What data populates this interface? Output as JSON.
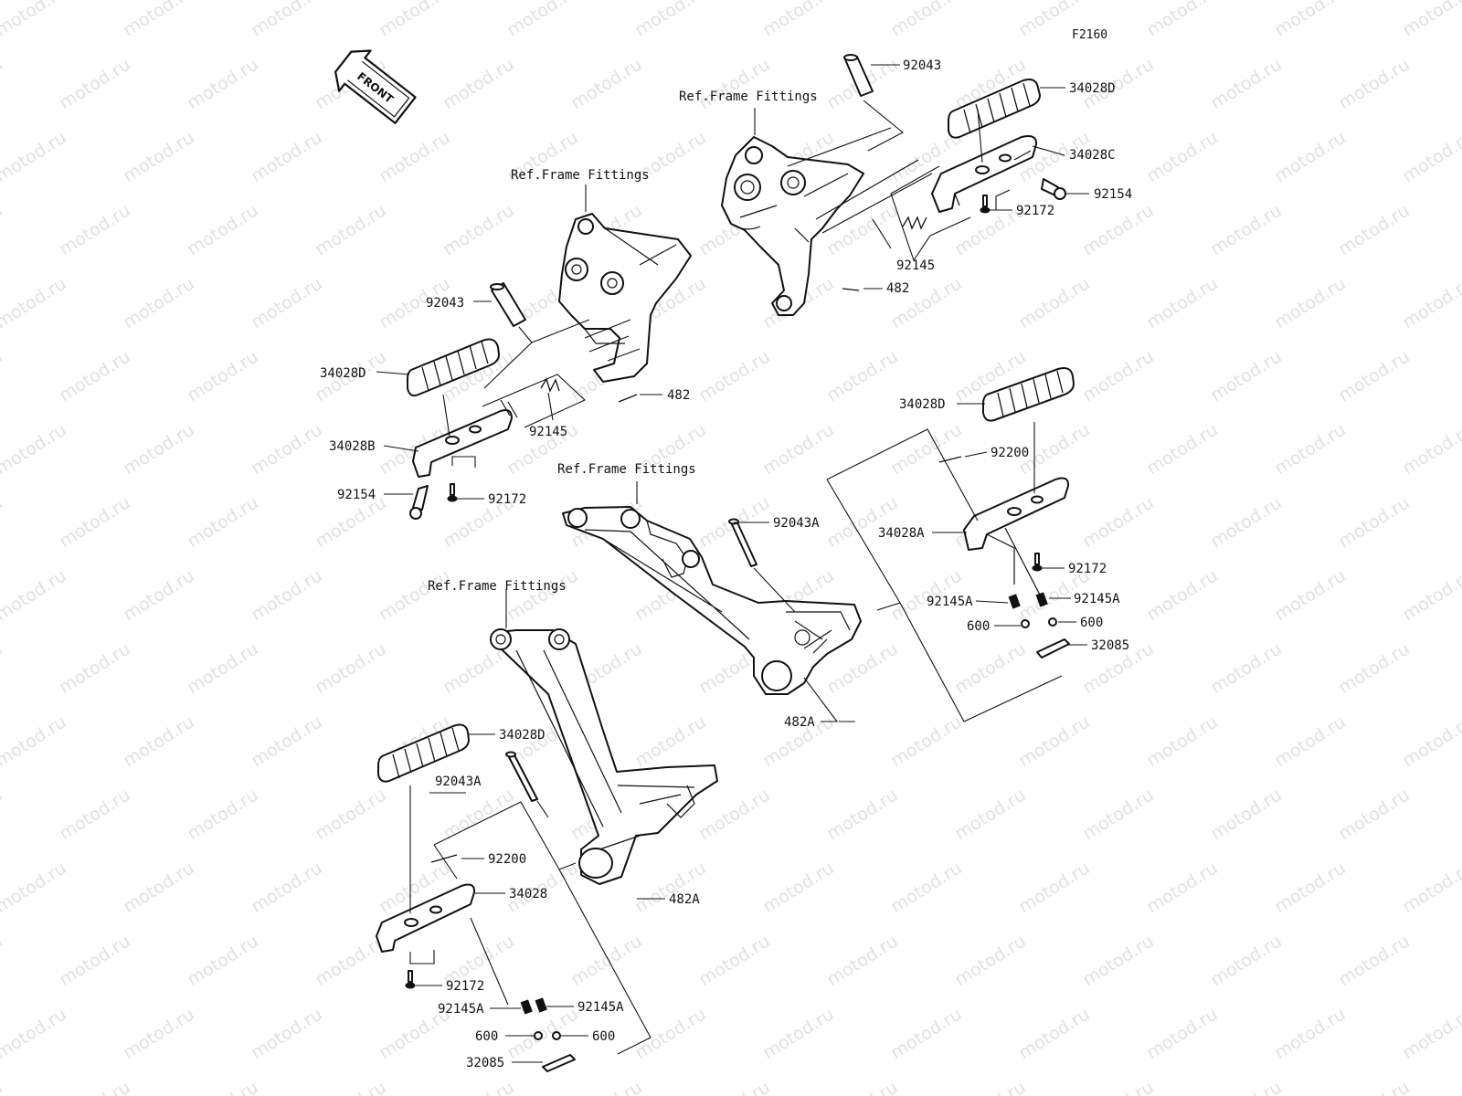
{
  "diagram_code": "F2160",
  "front_indicator": {
    "text": "FRONT"
  },
  "watermark": {
    "text": "motod.ru"
  },
  "ref_labels": {
    "top_right": "Ref.Frame Fittings",
    "top_left": "Ref.Frame Fittings",
    "middle": "Ref.Frame Fittings",
    "bottom": "Ref.Frame Fittings"
  },
  "callouts": {
    "tr_92043": "92043",
    "tr_34028D": "34028D",
    "tr_34028C": "34028C",
    "tr_92154": "92154",
    "tr_92172": "92172",
    "tr_92145": "92145",
    "tr_482": "482",
    "tl_92043": "92043",
    "tl_34028D": "34028D",
    "tl_482": "482",
    "tl_92145": "92145",
    "tl_34028B": "34028B",
    "tl_92154": "92154",
    "tl_92172": "92172",
    "mr_34028D": "34028D",
    "mr_92200": "92200",
    "mr_92043A": "92043A",
    "mr_34028A": "34028A",
    "mr_92172": "92172",
    "mr_92145A_l": "92145A",
    "mr_92145A_r": "92145A",
    "mr_600_l": "600",
    "mr_600_r": "600",
    "mr_32085": "32085",
    "mr_482A": "482A",
    "bl_34028D": "34028D",
    "bl_92043A": "92043A",
    "bl_92200": "92200",
    "bl_34028": "34028",
    "bl_482A": "482A",
    "bl_92172": "92172",
    "bl_92145A_l": "92145A",
    "bl_92145A_r": "92145A",
    "bl_600_l": "600",
    "bl_600_r": "600",
    "bl_32085": "32085"
  }
}
